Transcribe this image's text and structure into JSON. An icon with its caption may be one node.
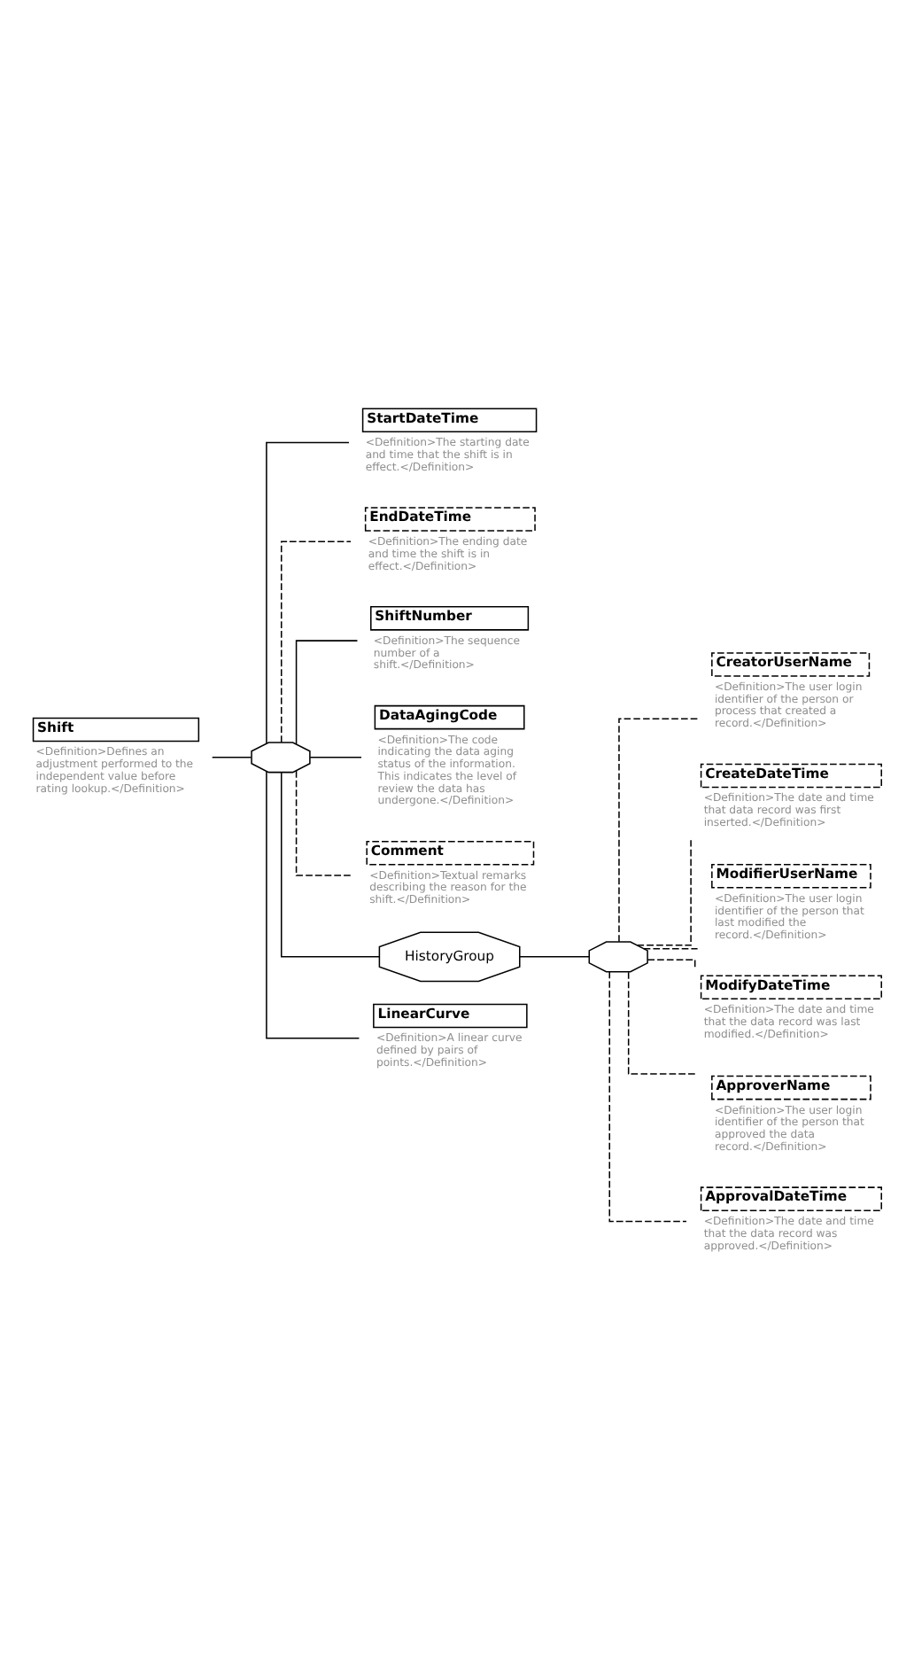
{
  "diagram": {
    "nodes": [
      {
        "text": [
          "Shift"
        ],
        "beside": [
          "<Definition>Defines an adjustment performed to the independent value before rating lookup.</Definition>"
        ]
      },
      {
        "text": [],
        "shape": "octagon"
      },
      {
        "text": [
          "StartDateTime"
        ],
        "beside": [
          "<Definition>The starting date and time that the shift is in effect.</Definition>"
        ]
      },
      {
        "text": [
          "EndDateTime"
        ],
        "beside": [
          "<Definition>The ending date and time the shift is in effect.</Definition>"
        ]
      },
      {
        "text": [
          "ShiftNumber"
        ],
        "beside": [
          "<Definition>The sequence number of a shift.</Definition>"
        ]
      },
      {
        "text": [
          "DataAgingCode"
        ],
        "beside": [
          "<Definition>The code indicating the data aging status of the information. This indicates the level of review the data has undergone.</Definition>"
        ]
      },
      {
        "text": [
          "Comment"
        ],
        "beside": [
          "<Definition>Textual remarks describing the reason for the shift.</Definition>"
        ]
      },
      {
        "text": [
          "HistoryGroup"
        ]
      },
      {
        "text": [],
        "shape": "octagon"
      },
      {
        "text": [
          "CreatorUserName"
        ],
        "beside": [
          "<Definition>The user login identifier of the person or process that created a record.</Definition>"
        ]
      },
      {
        "text": [
          "CreateDateTime"
        ],
        "beside": [
          "<Definition>The date and time that data record was first inserted.</Definition>"
        ]
      },
      {
        "text": [
          "ModifierUserName"
        ],
        "beside": [
          "<Definition>The user login identifier of the person that last modified the record.</Definition>"
        ]
      },
      {
        "text": [
          "ModifyDateTime"
        ],
        "beside": [
          "<Definition>The date and time that the data record was last modified.</Definition>"
        ]
      },
      {
        "text": [
          "ApproverName"
        ],
        "beside": [
          "<Definition>The user login identifier of the person that approved the data record.</Definition>"
        ]
      },
      {
        "text": [
          "ApprovalDateTime"
        ],
        "beside": [
          "<Definition>The date and time that the data record was approved.</Definition>"
        ]
      },
      {
        "text": [
          "LinearCurve"
        ],
        "beside": [
          "<Definition>A linear curve defined by pairs of points.</Definition>"
        ]
      }
    ],
    "edges": [
      {
        "from": 0,
        "to": 1,
        "arrow": "none"
      },
      {
        "from": 1,
        "to": 2,
        "arrow": "none"
      },
      {
        "from": 1,
        "to": 3,
        "arrow": "none",
        "style": "dashed"
      },
      {
        "from": 1,
        "to": 4,
        "arrow": "none"
      },
      {
        "from": 1,
        "to": 5,
        "arrow": "none"
      },
      {
        "from": 1,
        "to": 6,
        "arrow": "none",
        "style": "dashed"
      },
      {
        "from": 1,
        "to": 7,
        "arrow": "none"
      },
      {
        "from": 1,
        "to": 15,
        "arrow": "none"
      },
      {
        "from": 7,
        "to": 8,
        "arrow": "none"
      },
      {
        "from": 8,
        "to": 9,
        "arrow": "none",
        "style": "dashed"
      },
      {
        "from": 8,
        "to": 10,
        "arrow": "none",
        "style": "dashed"
      },
      {
        "from": 8,
        "to": 11,
        "arrow": "none",
        "style": "dashed"
      },
      {
        "from": 8,
        "to": 12,
        "arrow": "none",
        "style": "dashed"
      },
      {
        "from": 8,
        "to": 13,
        "arrow": "none",
        "style": "dashed"
      },
      {
        "from": 8,
        "to": 14,
        "arrow": "none",
        "style": "dashed"
      }
    ]
  }
}
